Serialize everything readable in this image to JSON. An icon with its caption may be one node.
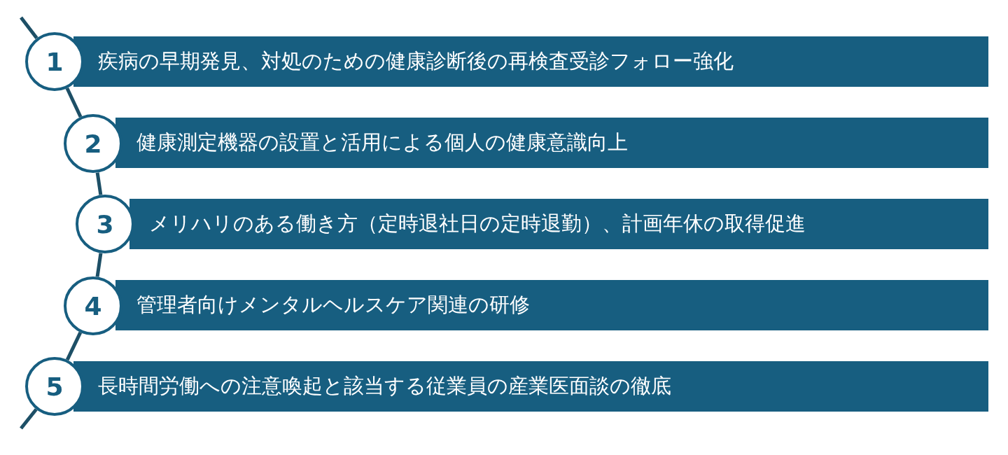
{
  "diagram": {
    "nodes": [
      {
        "text": [
          "1"
        ]
      },
      {
        "text": [
          "疾病の早期発見、対処のための健康診断後の再検査受診フォロー強化"
        ]
      },
      {
        "text": [
          "2"
        ]
      },
      {
        "text": [
          "健康測定機器の設置と活用による個人の健康意識向上"
        ]
      },
      {
        "text": [
          "3"
        ]
      },
      {
        "text": [
          "メリハリのある働き方（定時退社日の定時退勤）、計画年休の取得促進"
        ]
      },
      {
        "text": [
          "4"
        ]
      },
      {
        "text": [
          "管理者向けメンタルヘルスケア関連の研修"
        ]
      },
      {
        "text": [
          "5"
        ]
      },
      {
        "text": [
          "長時間労働への注意喚起と該当する従業員の産業医面談の徹底"
        ]
      }
    ],
    "edges": [
      {
        "from": null,
        "to": 0,
        "arrow": "none"
      },
      {
        "from": 0,
        "to": 2,
        "arrow": "none"
      },
      {
        "from": 2,
        "to": 4,
        "arrow": "none"
      },
      {
        "from": 4,
        "to": 6,
        "arrow": "none"
      },
      {
        "from": 6,
        "to": 8,
        "arrow": "none"
      },
      {
        "from": 8,
        "to": null,
        "arrow": "none"
      }
    ]
  }
}
